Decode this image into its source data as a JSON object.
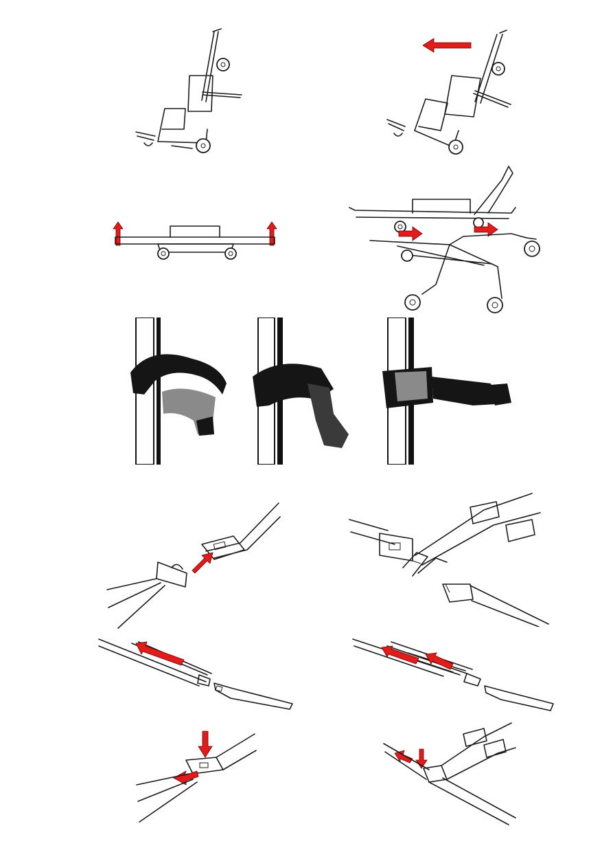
{
  "figures": [
    {
      "id": "chair-upright",
      "type": "line-drawing"
    },
    {
      "id": "chair-tilted-arrow",
      "type": "line-drawing",
      "arrow_direction": "left"
    },
    {
      "id": "stretcher-lift",
      "type": "line-drawing",
      "arrow_direction": "up"
    },
    {
      "id": "stretcher-slide-frame",
      "type": "line-drawing",
      "arrow_direction": "right"
    },
    {
      "id": "strap-wrap-step-1",
      "type": "photo"
    },
    {
      "id": "strap-wrap-step-2",
      "type": "photo"
    },
    {
      "id": "strap-wrap-step-3",
      "type": "photo"
    },
    {
      "id": "buckle-insert",
      "type": "line-drawing",
      "arrow_direction": "into-buckle"
    },
    {
      "id": "buckle-insert-cross",
      "type": "line-drawing"
    },
    {
      "id": "strap-tighten",
      "type": "line-drawing",
      "arrow_direction": "along-strap"
    },
    {
      "id": "strap-tighten-double",
      "type": "line-drawing",
      "arrow_direction": "along-strap"
    },
    {
      "id": "buckle-release",
      "type": "line-drawing",
      "arrow_direction": "press-down"
    },
    {
      "id": "buckle-release-cross",
      "type": "line-drawing",
      "arrow_direction": "press-down"
    }
  ],
  "colors": {
    "arrow": "#e21b1b",
    "line": "#1a1a1a",
    "background": "#ffffff"
  }
}
